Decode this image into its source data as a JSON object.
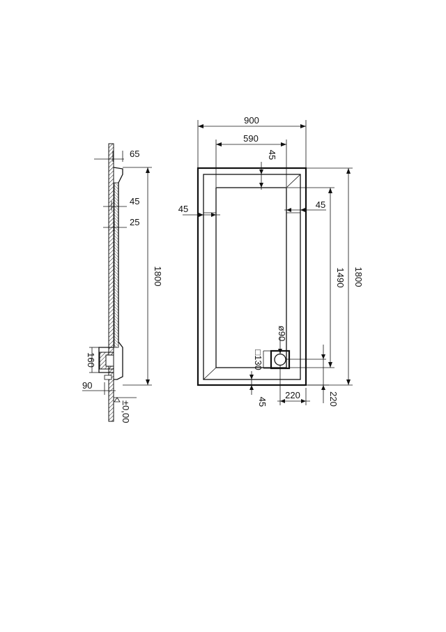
{
  "side_view": {
    "dims": {
      "d65": "65",
      "d45": "45",
      "d25": "25",
      "d1800": "1800",
      "d160": "160",
      "d90": "90",
      "level": "±0,00"
    }
  },
  "plan_view": {
    "dims": {
      "width_900": "900",
      "inner_590": "590",
      "top_45": "45",
      "left_45": "45",
      "right_45": "45",
      "inner_1490": "1490",
      "length_1800": "1800",
      "drain_diameter": "ø90",
      "drain_square": "□130",
      "bottom_45": "45",
      "drain_x_220": "220",
      "drain_y_220": "220"
    }
  }
}
